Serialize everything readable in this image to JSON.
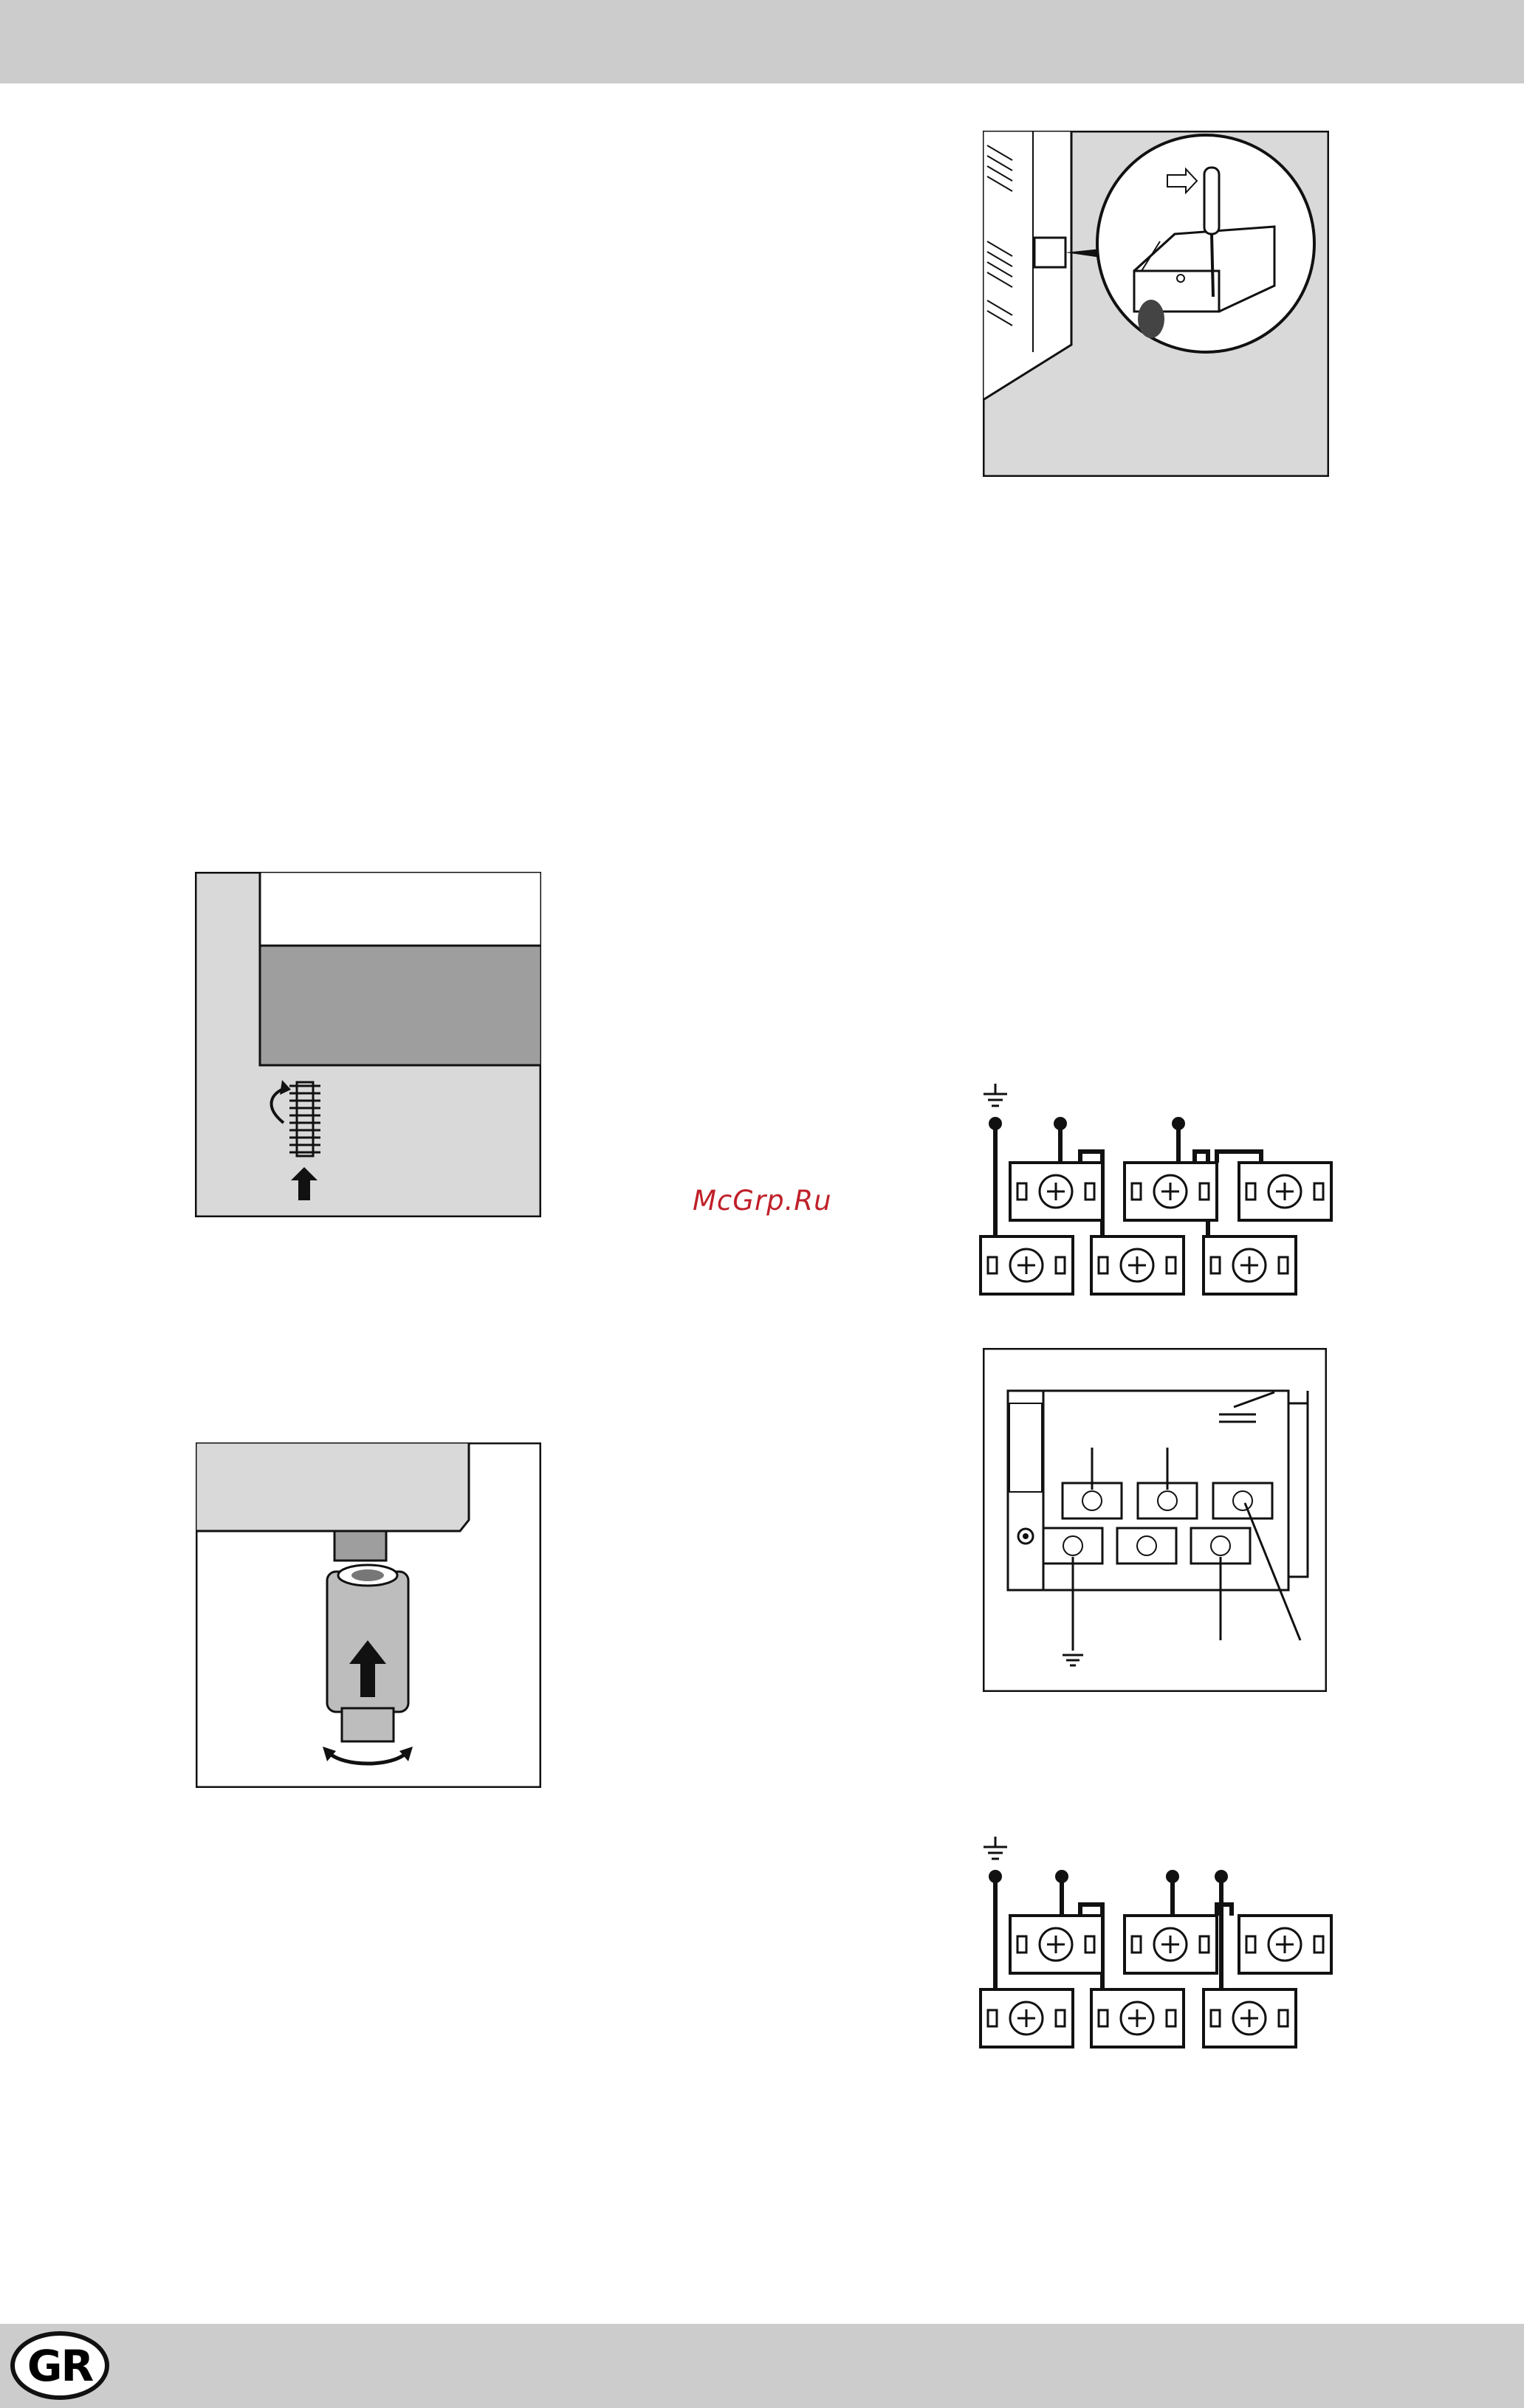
{
  "page": {
    "language_badge": "GR",
    "watermark": "McGrp.Ru"
  },
  "colors": {
    "band": "#cccccc",
    "panel_grey": "#d9d9d9",
    "dark_grey": "#9e9e9e",
    "ink": "#111111",
    "watermark": "#c0202a"
  },
  "figures": [
    {
      "id": "terminal-box-screwdriver"
    },
    {
      "id": "leg-screw-adjust"
    },
    {
      "id": "foot-cap-adjust"
    },
    {
      "id": "terminal-block-wiring-a"
    },
    {
      "id": "terminal-board-housing"
    },
    {
      "id": "terminal-block-wiring-b"
    }
  ]
}
